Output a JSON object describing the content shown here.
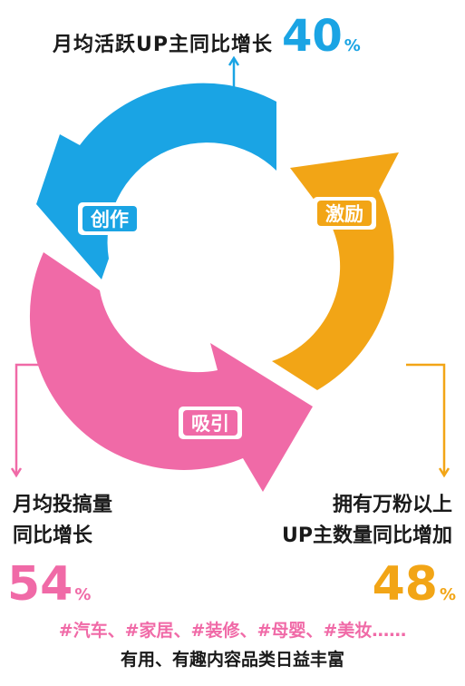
{
  "top": {
    "text": "月均活跃UP主同比增长",
    "value": "40",
    "unit": "%"
  },
  "cycle": {
    "create": "创作",
    "incentive": "激励",
    "attract": "吸引"
  },
  "left": {
    "line1": "月均投搞量",
    "line2": "同比增长",
    "value": "54",
    "unit": "%"
  },
  "right": {
    "line1": "拥有万粉以上",
    "line2": "UP主数量同比增加",
    "value": "48",
    "unit": "%"
  },
  "tags": "#汽车、#家居、#装修、#母婴、#美妆……",
  "footer": "有用、有趣内容品类日益丰富",
  "colors": {
    "blue": "#1aa4e4",
    "orange": "#f2a516",
    "pink": "#f06aa7",
    "connector_blue": "#1aa4e4",
    "connector_pink": "#f06aa7",
    "connector_orange": "#f2a516"
  }
}
